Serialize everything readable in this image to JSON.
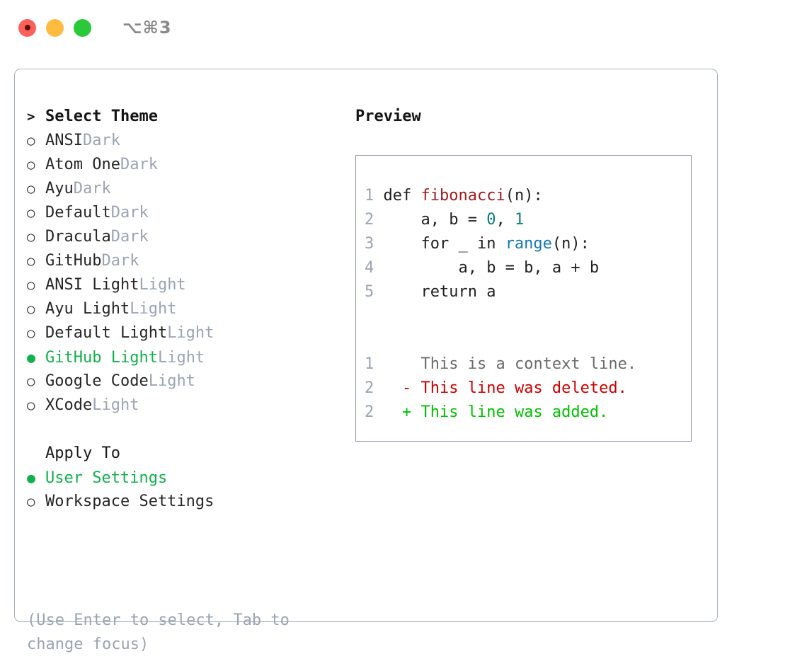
{
  "window": {
    "title": "⌥⌘3",
    "traffic_lights": [
      {
        "name": "close",
        "color": "#fc6058"
      },
      {
        "name": "minimize",
        "color": "#fdbc40"
      },
      {
        "name": "maximize",
        "color": "#2ac93a"
      }
    ]
  },
  "theme_picker": {
    "header_marker": ">",
    "header_label": "Select Theme",
    "marker_selected": "●",
    "marker_unselected": "○",
    "accent_selected": "#11b14b",
    "tag_color": "#9aa4b2",
    "items": [
      {
        "marker": "○",
        "label": "ANSI",
        "tag": "Dark",
        "selected": false
      },
      {
        "marker": "○",
        "label": "Atom One",
        "tag": "Dark",
        "selected": false
      },
      {
        "marker": "○",
        "label": "Ayu",
        "tag": "Dark",
        "selected": false
      },
      {
        "marker": "○",
        "label": "Default",
        "tag": "Dark",
        "selected": false
      },
      {
        "marker": "○",
        "label": "Dracula",
        "tag": "Dark",
        "selected": false
      },
      {
        "marker": "○",
        "label": "GitHub",
        "tag": "Dark",
        "selected": false
      },
      {
        "marker": "○",
        "label": "ANSI Light",
        "tag": "Light",
        "selected": false
      },
      {
        "marker": "○",
        "label": "Ayu Light",
        "tag": "Light",
        "selected": false
      },
      {
        "marker": "○",
        "label": "Default Light",
        "tag": "Light",
        "selected": false
      },
      {
        "marker": "●",
        "label": "GitHub Light",
        "tag": "Light",
        "selected": true
      },
      {
        "marker": "○",
        "label": "Google Code",
        "tag": "Light",
        "selected": false
      },
      {
        "marker": "○",
        "label": "XCode",
        "tag": "Light",
        "selected": false
      }
    ]
  },
  "apply_to": {
    "header_label": "Apply To",
    "items": [
      {
        "marker": "●",
        "label": "User Settings",
        "selected": true
      },
      {
        "marker": "○",
        "label": "Workspace Settings",
        "selected": false
      }
    ]
  },
  "hint": {
    "line1": "(Use Enter to select, Tab to",
    "line2": "change focus)"
  },
  "preview": {
    "title": "Preview",
    "code_lines": [
      {
        "num": "1",
        "segments": [
          {
            "text": "def ",
            "style": "plain"
          },
          {
            "text": "fibonacci",
            "style": "fn"
          },
          {
            "text": "(n):",
            "style": "plain"
          }
        ]
      },
      {
        "num": "2",
        "segments": [
          {
            "text": "    a, b = ",
            "style": "plain"
          },
          {
            "text": "0",
            "style": "num"
          },
          {
            "text": ", ",
            "style": "plain"
          },
          {
            "text": "1",
            "style": "num"
          }
        ]
      },
      {
        "num": "3",
        "segments": [
          {
            "text": "    for _ in ",
            "style": "plain"
          },
          {
            "text": "range",
            "style": "call"
          },
          {
            "text": "(n):",
            "style": "plain"
          }
        ]
      },
      {
        "num": "4",
        "segments": [
          {
            "text": "        a, b = b, a + b",
            "style": "plain"
          }
        ]
      },
      {
        "num": "5",
        "segments": [
          {
            "text": "    return a",
            "style": "plain"
          }
        ]
      }
    ],
    "diff_lines": [
      {
        "num": "1",
        "sign": " ",
        "text": "This is a context line.",
        "kind": "context"
      },
      {
        "num": "2",
        "sign": "-",
        "text": "This line was deleted.",
        "kind": "deleted"
      },
      {
        "num": "2",
        "sign": "+",
        "text": "This line was added.",
        "kind": "added"
      }
    ],
    "colors": {
      "function_name": "#a11b1b",
      "number": "#0a7d77",
      "builtin_call": "#1678b5",
      "line_number": "#9aa4b2",
      "diff_context": "#6b6b6b",
      "diff_deleted": "#cc0000",
      "diff_added": "#00c000"
    }
  }
}
